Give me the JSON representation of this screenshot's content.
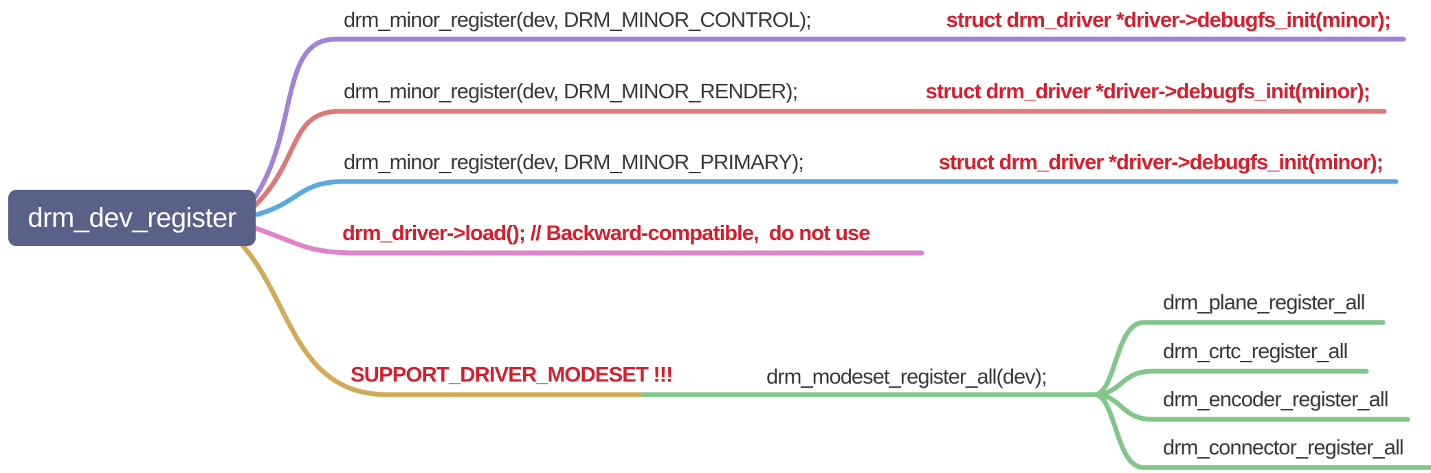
{
  "diagram": {
    "type": "mindmap",
    "background": "#ffffff",
    "root": {
      "label": "drm_dev_register",
      "bg_color": "#5a6189",
      "text_color": "#ffffff"
    },
    "text_colors": {
      "normal": "#3a3a3a",
      "emphasis_red": "#d6202e"
    },
    "branches": [
      {
        "name": "minor-control",
        "line_color": "#a184d8",
        "topic": "drm_minor_register(dev, DRM_MINOR_CONTROL);",
        "subtopic": "struct drm_driver *driver->debugfs_init(minor);"
      },
      {
        "name": "minor-render",
        "line_color": "#dc7a78",
        "topic": "drm_minor_register(dev, DRM_MINOR_RENDER);",
        "subtopic": "struct drm_driver *driver->debugfs_init(minor);"
      },
      {
        "name": "minor-primary",
        "line_color": "#5ca9dd",
        "topic": "drm_minor_register(dev, DRM_MINOR_PRIMARY);",
        "subtopic": "struct drm_driver *driver->debugfs_init(minor);"
      },
      {
        "name": "driver-load",
        "line_color": "#e083cb",
        "topic": "drm_driver->load(); // Backward-compatible,  do not use"
      },
      {
        "name": "modeset",
        "line_color": "#d2ab59",
        "topic": "SUPPORT_DRIVER_MODESET !!!",
        "subtopic": "drm_modeset_register_all(dev);",
        "subtopic_line_color": "#81c78a",
        "children": [
          "drm_plane_register_all",
          "drm_crtc_register_all",
          "drm_encoder_register_all",
          "drm_connector_register_all"
        ]
      }
    ]
  }
}
